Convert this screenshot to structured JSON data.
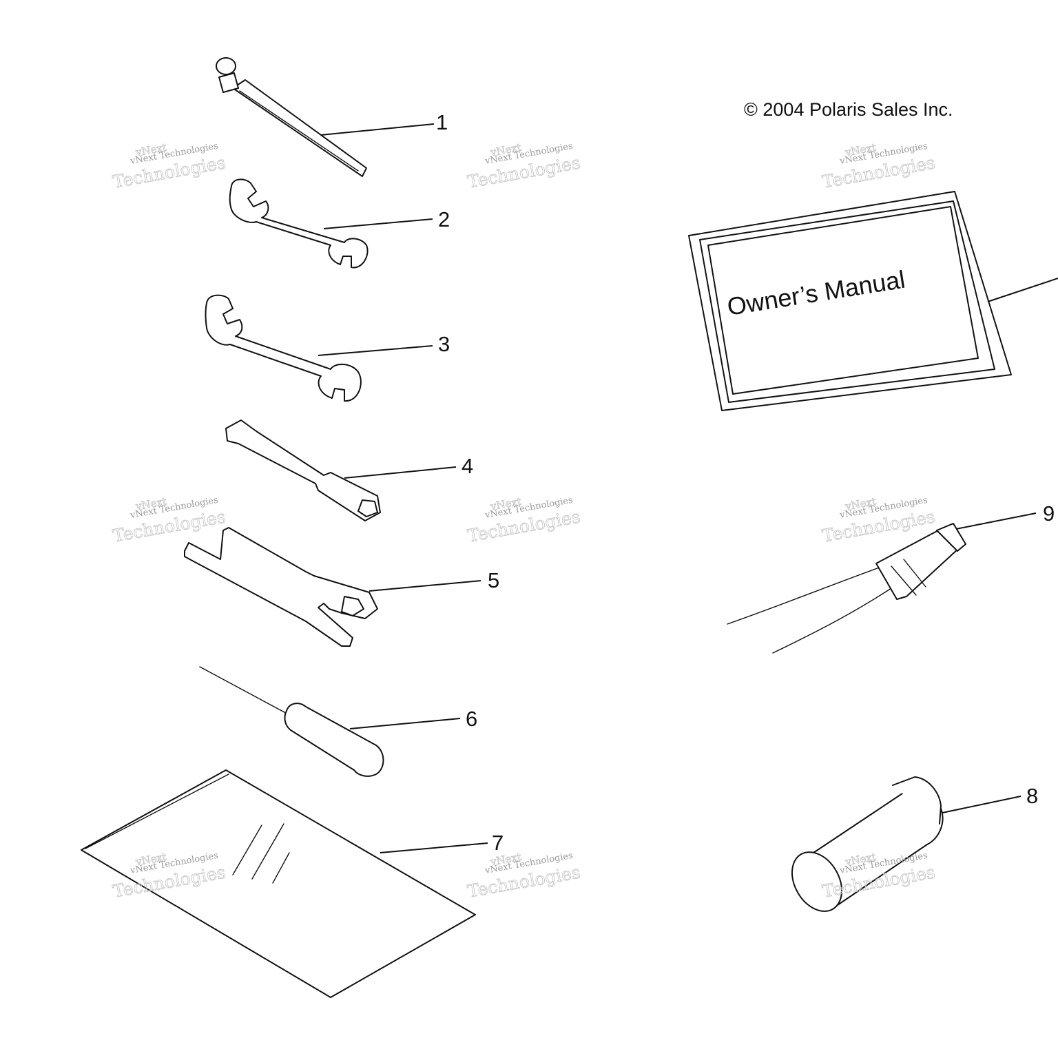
{
  "copyright": "© 2004 Polaris Sales Inc.",
  "manual_title": "Owner’s Manual",
  "callouts": [
    "1",
    "2",
    "3",
    "4",
    "5",
    "6",
    "7",
    "8",
    "9"
  ],
  "watermark": {
    "line1": "vNext",
    "line2": "vNext Technologies",
    "line3": "Technologies"
  }
}
